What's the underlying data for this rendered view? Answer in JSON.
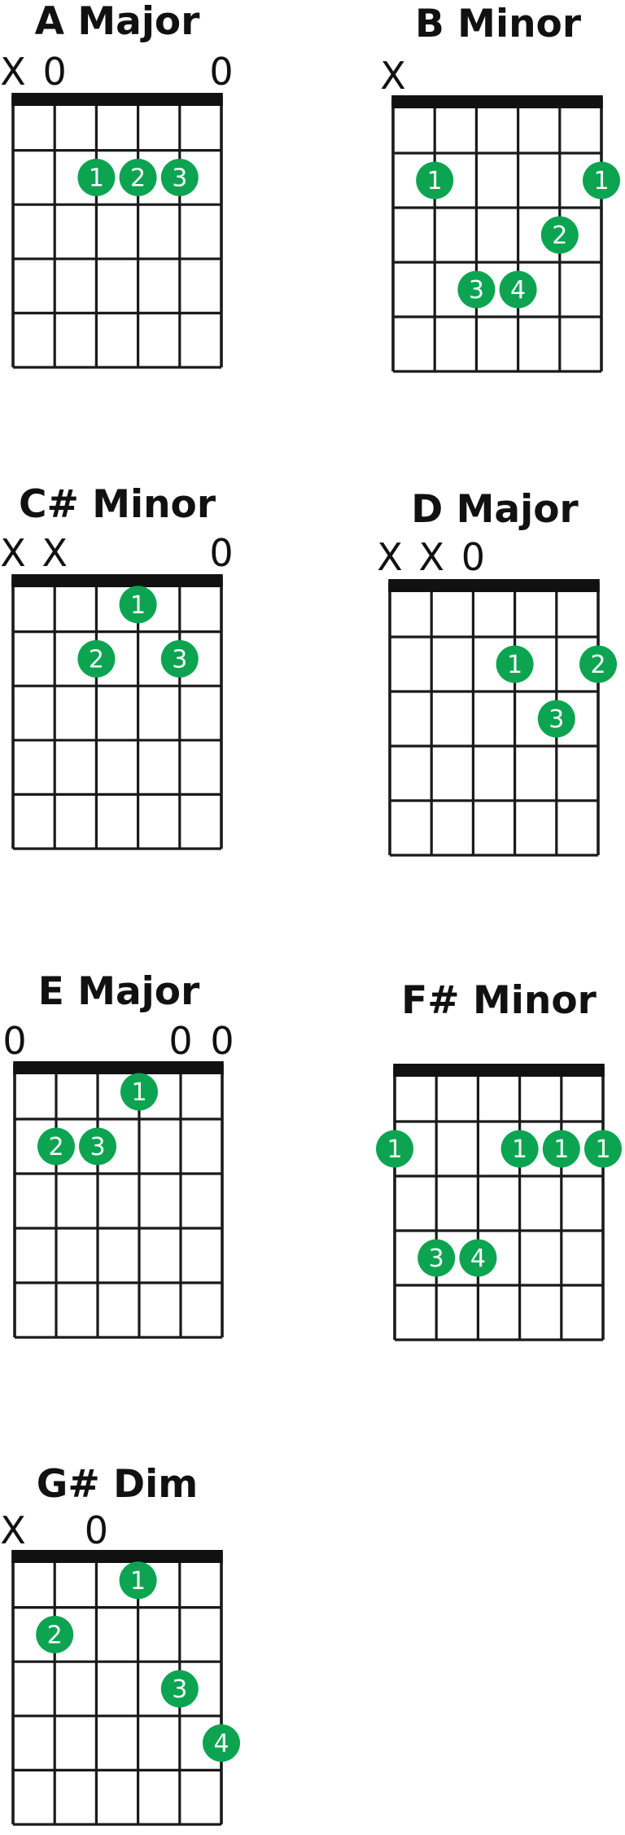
{
  "colors": {
    "dot": "#0ca451",
    "grid": "#1a1a1a",
    "nut": "#111111",
    "text": "#111111",
    "finger_text": "#ffffff"
  },
  "chords": [
    {
      "name": "A Major",
      "markers": [
        "X",
        "0",
        "",
        "",
        "",
        "0"
      ],
      "dots": [
        {
          "string": 3,
          "fret": 2,
          "finger": "1"
        },
        {
          "string": 4,
          "fret": 2,
          "finger": "2"
        },
        {
          "string": 5,
          "fret": 2,
          "finger": "3"
        }
      ]
    },
    {
      "name": "B Minor",
      "markers": [
        "X",
        "",
        "",
        "",
        "",
        ""
      ],
      "dots": [
        {
          "string": 2,
          "fret": 2,
          "finger": "1"
        },
        {
          "string": 6,
          "fret": 2,
          "finger": "1"
        },
        {
          "string": 5,
          "fret": 3,
          "finger": "2"
        },
        {
          "string": 3,
          "fret": 4,
          "finger": "3"
        },
        {
          "string": 4,
          "fret": 4,
          "finger": "4"
        }
      ]
    },
    {
      "name": "C# Minor",
      "markers": [
        "X",
        "X",
        "",
        "",
        "",
        "0"
      ],
      "dots": [
        {
          "string": 4,
          "fret": 1,
          "finger": "1"
        },
        {
          "string": 3,
          "fret": 2,
          "finger": "2"
        },
        {
          "string": 5,
          "fret": 2,
          "finger": "3"
        }
      ]
    },
    {
      "name": "D Major",
      "markers": [
        "X",
        "X",
        "0",
        "",
        "",
        ""
      ],
      "dots": [
        {
          "string": 4,
          "fret": 2,
          "finger": "1"
        },
        {
          "string": 6,
          "fret": 2,
          "finger": "2"
        },
        {
          "string": 5,
          "fret": 3,
          "finger": "3"
        }
      ]
    },
    {
      "name": "E Major",
      "markers": [
        "0",
        "",
        "",
        "",
        "0",
        "0"
      ],
      "dots": [
        {
          "string": 4,
          "fret": 1,
          "finger": "1"
        },
        {
          "string": 2,
          "fret": 2,
          "finger": "2"
        },
        {
          "string": 3,
          "fret": 2,
          "finger": "3"
        }
      ]
    },
    {
      "name": "F# Minor",
      "markers": [
        "",
        "",
        "",
        "",
        "",
        ""
      ],
      "dots": [
        {
          "string": 1,
          "fret": 2,
          "finger": "1"
        },
        {
          "string": 4,
          "fret": 2,
          "finger": "1"
        },
        {
          "string": 5,
          "fret": 2,
          "finger": "1"
        },
        {
          "string": 6,
          "fret": 2,
          "finger": "1"
        },
        {
          "string": 2,
          "fret": 4,
          "finger": "3"
        },
        {
          "string": 3,
          "fret": 4,
          "finger": "4"
        }
      ]
    },
    {
      "name": "G# Dim",
      "markers": [
        "X",
        "",
        "0",
        "",
        "",
        ""
      ],
      "dots": [
        {
          "string": 4,
          "fret": 1,
          "finger": "1"
        },
        {
          "string": 2,
          "fret": 2,
          "finger": "2"
        },
        {
          "string": 5,
          "fret": 3,
          "finger": "3"
        },
        {
          "string": 6,
          "fret": 4,
          "finger": "4"
        }
      ]
    }
  ]
}
